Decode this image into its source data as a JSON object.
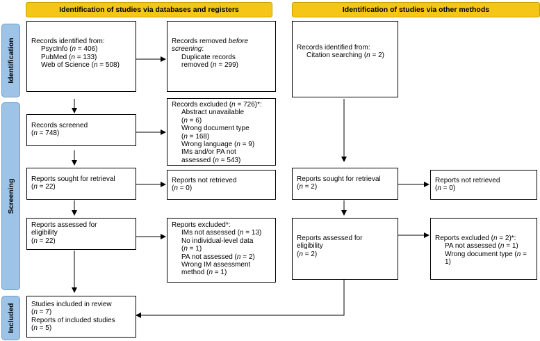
{
  "headers": {
    "databases": "Identification of studies via databases and registers",
    "other": "Identification of studies via other methods"
  },
  "phases": {
    "identification": "Identification",
    "screening": "Screening",
    "included": "Included"
  },
  "db": {
    "identified": {
      "title": "Records identified from:",
      "l1": "PsycInfo (",
      "l1v": " = 406)",
      "l2": "PubMed (",
      "l2v": " = 133)",
      "l3": "Web of Science (",
      "l3v": " = 508)"
    },
    "removed": {
      "l1a": "Records removed ",
      "l1b": "before",
      "l2": "screening",
      "l3": "Duplicate records",
      "l4a": "removed (",
      "l4b": " = 299)"
    },
    "screened": {
      "title": "Records screened",
      "v": " = 748)"
    },
    "excluded": {
      "l1a": "Records excluded (",
      "l1b": " = 726)*:",
      "l2": "Abstract unavailable",
      "l3v": " = 6)",
      "l4": "Wrong document type",
      "l5": "168)",
      "l6a": "Wrong language (",
      "l6b": " = 9)",
      "l7": "IMs and/or PA not",
      "l8a": "assessed (",
      "l8b": " = 543)"
    },
    "sought": {
      "title": "Reports sought for retrieval",
      "v": " = 22)"
    },
    "not_retrieved": {
      "title": "Reports not retrieved",
      "v": " = 0)"
    },
    "assessed": {
      "l1": "Reports assessed for",
      "l2": "eligibility",
      "v": " = 22)"
    },
    "reports_excluded": {
      "l1": "Reports excluded*:",
      "l2a": "IMs not assessed (",
      "l2b": " = 13)",
      "l3": "No individual-level data",
      "l4v": " = 1)",
      "l5a": "PA not assessed (",
      "l5b": " = 2)",
      "l6": "Wrong IM assessment",
      "l7a": "method (",
      "l7b": " = 1)"
    },
    "included": {
      "l1": "Studies included in review",
      "l2v": " = 7)",
      "l3": "Reports of included studies",
      "l4v": " = 5)"
    }
  },
  "other": {
    "identified": {
      "title": "Records identified from:",
      "l1a": "Citation searching (",
      "l1b": " = 2)"
    },
    "sought": {
      "title": "Reports sought for retrieval",
      "v": " = 2)"
    },
    "not_retrieved": {
      "title": "Reports not retrieved",
      "v": " = 0)"
    },
    "assessed": {
      "l1": "Reports assessed for",
      "l2": "eligibility",
      "v": " = 2)"
    },
    "excluded": {
      "l1a": "Reports excluded (",
      "l1b": " = 2)*:",
      "l2a": "PA not assessed (",
      "l2b": " = 1)",
      "l3a": "Wrong document type (",
      "l3b": " = ",
      "l4": "1)"
    }
  },
  "n": "n",
  "paren": "(",
  "colors": {
    "header": "#f5c518",
    "phase": "#9dc3e6"
  }
}
